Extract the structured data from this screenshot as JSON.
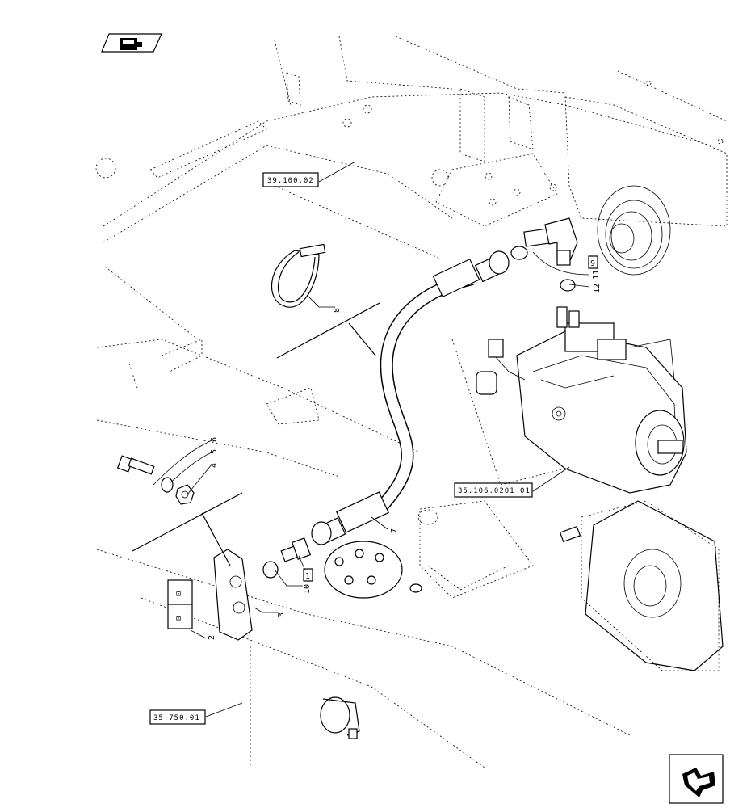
{
  "header_icon": {
    "name": "book-arrow-icon"
  },
  "nav_icon": {
    "name": "next-page-arrow-icon"
  },
  "references": {
    "frame_rear": "39.100.02",
    "pump": "35.106.0201 01",
    "chassis": "35.750.01"
  },
  "callouts": {
    "c1": "1",
    "c1b": "1",
    "c2": "2",
    "c3": "3",
    "c4": "4",
    "c5": "5",
    "c6": "6",
    "c7": "7",
    "c8": "8",
    "c9": "9",
    "c10": "10",
    "c11": "11",
    "c12": "12"
  }
}
